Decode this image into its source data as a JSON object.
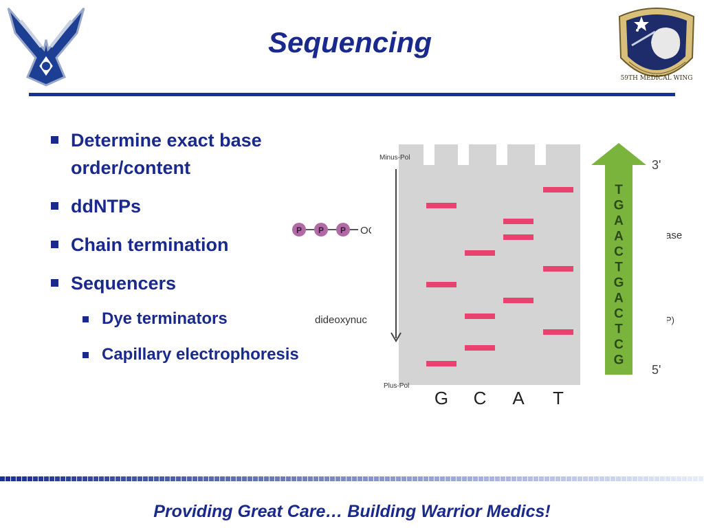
{
  "slide": {
    "title": "Sequencing",
    "footer": "Providing Great Care… Building Warrior Medics!"
  },
  "logos": {
    "left": {
      "name": "air-force-symbol"
    },
    "right": {
      "name": "medical-wing-shield",
      "motto": "59TH MEDICAL WING"
    }
  },
  "bullets": [
    {
      "text": "Determine exact base order/content",
      "level": 1
    },
    {
      "text": "ddNTPs",
      "level": 1
    },
    {
      "text": "Chain termination",
      "level": 1
    },
    {
      "text": "Sequencers",
      "level": 1
    },
    {
      "text": "Dye terminators",
      "level": 2
    },
    {
      "text": "Capillary electrophoresis",
      "level": 2
    }
  ],
  "gel": {
    "minus_label": "Minus-Pol",
    "plus_label": "Plus-Pol",
    "lanes": [
      "G",
      "C",
      "A",
      "T"
    ],
    "arrow_top": "3'",
    "arrow_bottom": "5'",
    "sequence": [
      "T",
      "G",
      "A",
      "A",
      "C",
      "T",
      "G",
      "A",
      "C",
      "T",
      "C",
      "G"
    ],
    "bands": [
      {
        "lane": "T",
        "rank": 1
      },
      {
        "lane": "G",
        "rank": 2
      },
      {
        "lane": "A",
        "rank": 3
      },
      {
        "lane": "A",
        "rank": 4
      },
      {
        "lane": "C",
        "rank": 5
      },
      {
        "lane": "T",
        "rank": 6
      },
      {
        "lane": "G",
        "rank": 7
      },
      {
        "lane": "A",
        "rank": 8
      },
      {
        "lane": "C",
        "rank": 9
      },
      {
        "lane": "T",
        "rank": 10
      },
      {
        "lane": "C",
        "rank": 11
      },
      {
        "lane": "G",
        "rank": 12
      }
    ],
    "band_color": "#e8426e",
    "arrow_color": "#7ab43c",
    "gel_color": "#d4d4d4"
  },
  "background_fragments": {
    "phosphates": [
      "P",
      "P",
      "P"
    ],
    "phosphate_tail": "OC",
    "right_word": "ase",
    "left_word": "dideoxynuc",
    "right_paren": "P)"
  },
  "colors": {
    "title": "#1a2a8c",
    "rule": "#1c2f95"
  }
}
